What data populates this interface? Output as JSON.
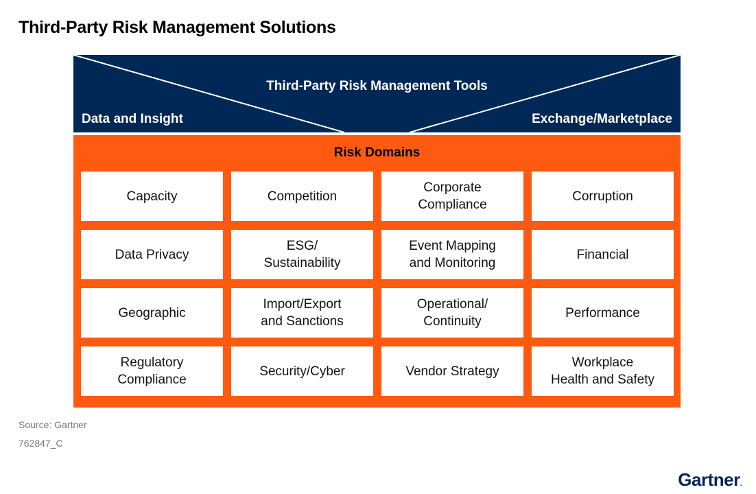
{
  "title": "Third-Party Risk Management Solutions",
  "tools": {
    "title": "Third-Party Risk Management Tools",
    "left_label": "Data and Insight",
    "right_label": "Exchange/Marketplace",
    "color": "#002856"
  },
  "domains": {
    "title": "Risk Domains",
    "color": "#ff5a0f",
    "items": [
      "Capacity",
      "Competition",
      "Corporate\nCompliance",
      "Corruption",
      "Data Privacy",
      "ESG/\nSustainability",
      "Event Mapping\nand Monitoring",
      "Financial",
      "Geographic",
      "Import/Export\nand Sanctions",
      "Operational/\nContinuity",
      "Performance",
      "Regulatory\nCompliance",
      "Security/Cyber",
      "Vendor Strategy",
      "Workplace\nHealth and Safety"
    ]
  },
  "footer": {
    "source": "Source: Gartner",
    "doc_id": "762847_C",
    "logo": "Gartner",
    "logo_dot": "."
  }
}
